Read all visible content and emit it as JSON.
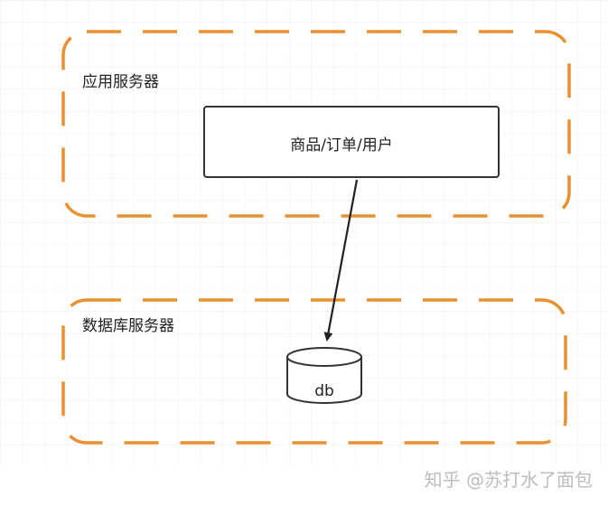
{
  "zones": {
    "app_server": {
      "label": "应用服务器"
    },
    "db_server": {
      "label": "数据库服务器"
    }
  },
  "nodes": {
    "app_module": {
      "label": "商品/订单/用户"
    },
    "database": {
      "label": "db"
    }
  },
  "watermark": {
    "text": "知乎 @苏打水了面包"
  },
  "colors": {
    "zone_border": "#e8912f",
    "node_border": "#333333",
    "grid_line": "#e9e9e9",
    "background": "#ffffff",
    "arrow": "#222222",
    "watermark": "#bdbdbd"
  }
}
